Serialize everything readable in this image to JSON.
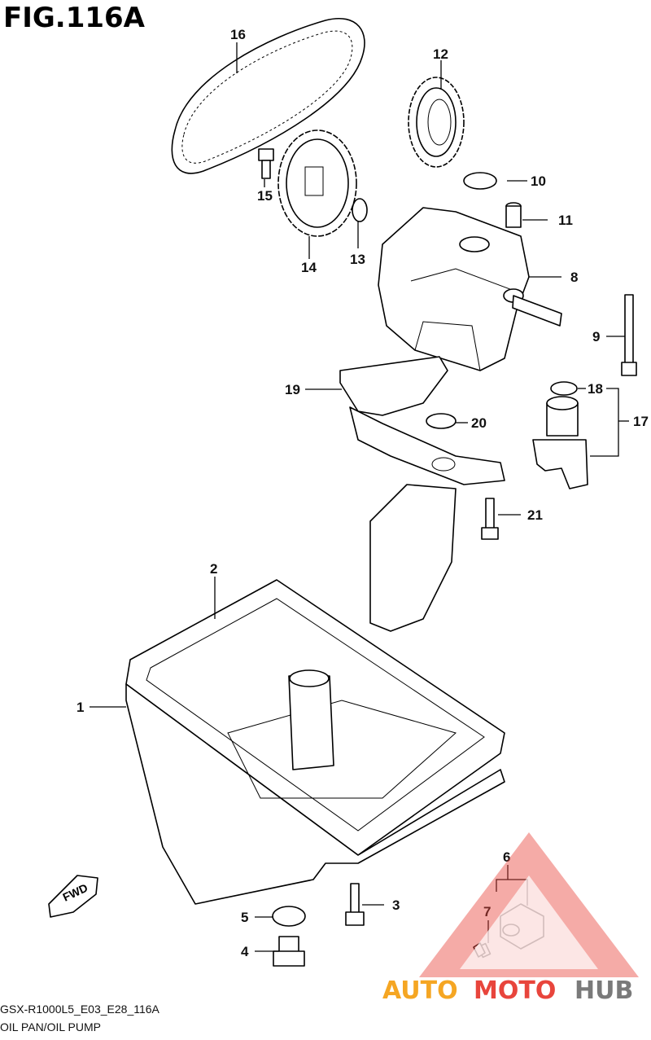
{
  "figure": {
    "title": "FIG.116A"
  },
  "footer": {
    "code": "GSX-R1000L5_E03_E28_116A",
    "subtitle": "OIL PAN/OIL PUMP"
  },
  "fwd_label": "FWD",
  "watermark": {
    "part1": "AUTO",
    "part2": "MOTO",
    "part3": "HUB"
  },
  "callouts": [
    "1",
    "2",
    "3",
    "4",
    "5",
    "6",
    "7",
    "8",
    "9",
    "10",
    "11",
    "12",
    "13",
    "14",
    "15",
    "16",
    "17",
    "18",
    "19",
    "20",
    "21"
  ],
  "colors": {
    "ink": "#000000",
    "watermark_red": "#e8453c",
    "watermark_orange": "#f5a623",
    "watermark_gray": "#7a7a7a"
  }
}
